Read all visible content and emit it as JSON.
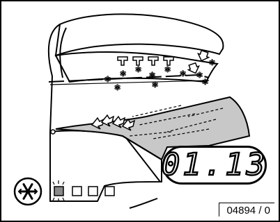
{
  "display": {
    "time": "01.13"
  },
  "reference": {
    "code": "04894 / 0"
  },
  "indicators": {
    "count": 4,
    "active_index": 0
  },
  "colors": {
    "line": "#000000",
    "mattress_shade": "#c8c8c8",
    "indicator_active": "#8a8a8a"
  }
}
